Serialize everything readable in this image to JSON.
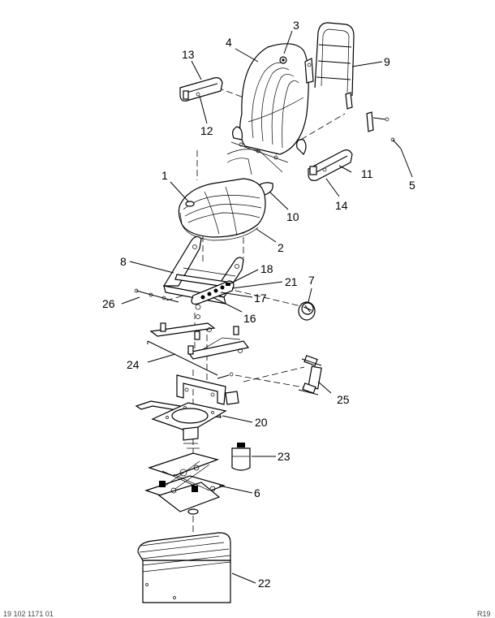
{
  "callouts": {
    "c1": "1",
    "c2": "2",
    "c3": "3",
    "c4": "4",
    "c5": "5",
    "c6": "6",
    "c7": "7",
    "c8": "8",
    "c9": "9",
    "c10": "10",
    "c11": "11",
    "c12": "12",
    "c13": "13",
    "c14": "14",
    "c16": "16",
    "c17": "17",
    "c18": "18",
    "c20": "20",
    "c21": "21",
    "c22": "22",
    "c23": "23",
    "c24": "24",
    "c25": "25",
    "c26": "26"
  },
  "footer": {
    "left": "19 102 1171 01",
    "right": "R19"
  }
}
